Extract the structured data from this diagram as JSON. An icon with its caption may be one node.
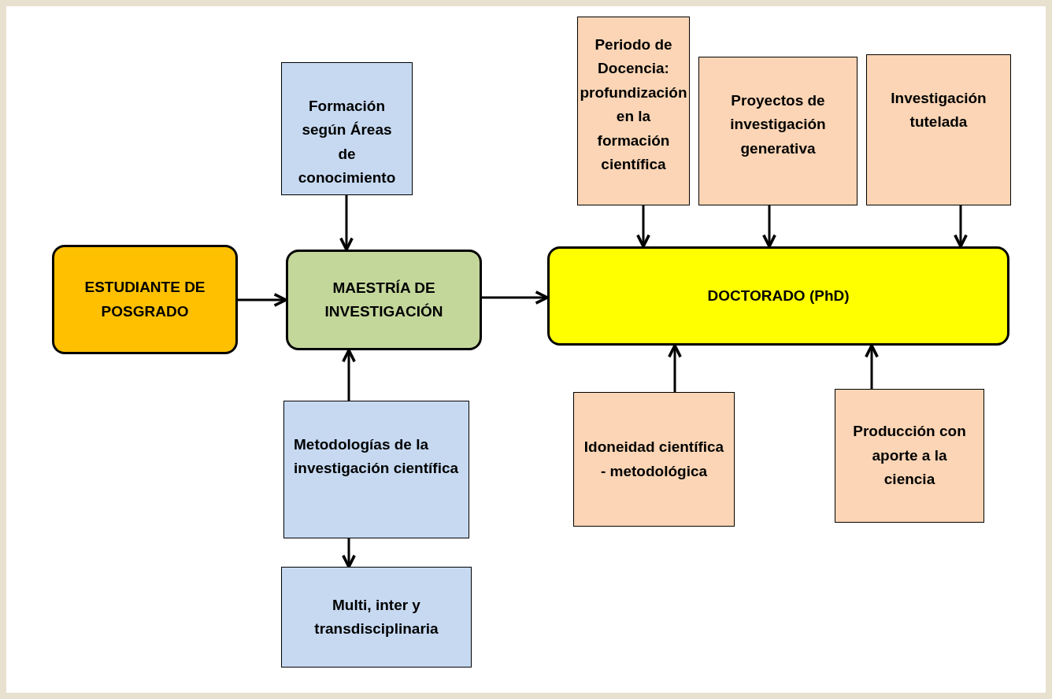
{
  "diagram": {
    "nodes": [
      {
        "text": [
          "ESTUDIANTE DE POSGRADO"
        ]
      },
      {
        "text": [
          "MAESTRÍA DE INVESTIGACIÓN"
        ]
      },
      {
        "text": [
          "DOCTORADO (PhD)"
        ]
      },
      {
        "text": [
          "Formación según Áreas de conocimiento"
        ]
      },
      {
        "text": [
          "Metodologías de la investigación científica"
        ]
      },
      {
        "text": [
          "Multi, inter y transdisciplinaria"
        ]
      },
      {
        "text": [
          "Periodo de Docencia: profundización en la formación científica"
        ]
      },
      {
        "text": [
          "Proyectos de investigación generativa"
        ]
      },
      {
        "text": [
          "Investigación tutelada"
        ]
      },
      {
        "text": [
          "Idoneidad científica - metodológica"
        ]
      },
      {
        "text": [
          "Producción con aporte a la ciencia"
        ]
      }
    ],
    "edges": [
      {
        "from": 0,
        "to": 1,
        "arrow": "to"
      },
      {
        "from": 1,
        "to": 2,
        "arrow": "to"
      },
      {
        "from": 3,
        "to": 1,
        "arrow": "to"
      },
      {
        "from": 4,
        "to": 1,
        "arrow": "to"
      },
      {
        "from": 4,
        "to": 5,
        "arrow": "to"
      },
      {
        "from": 6,
        "to": 2,
        "arrow": "to"
      },
      {
        "from": 7,
        "to": 2,
        "arrow": "to"
      },
      {
        "from": 8,
        "to": 2,
        "arrow": "to"
      },
      {
        "from": 9,
        "to": 2,
        "arrow": "to"
      },
      {
        "from": 10,
        "to": 2,
        "arrow": "to"
      }
    ]
  }
}
